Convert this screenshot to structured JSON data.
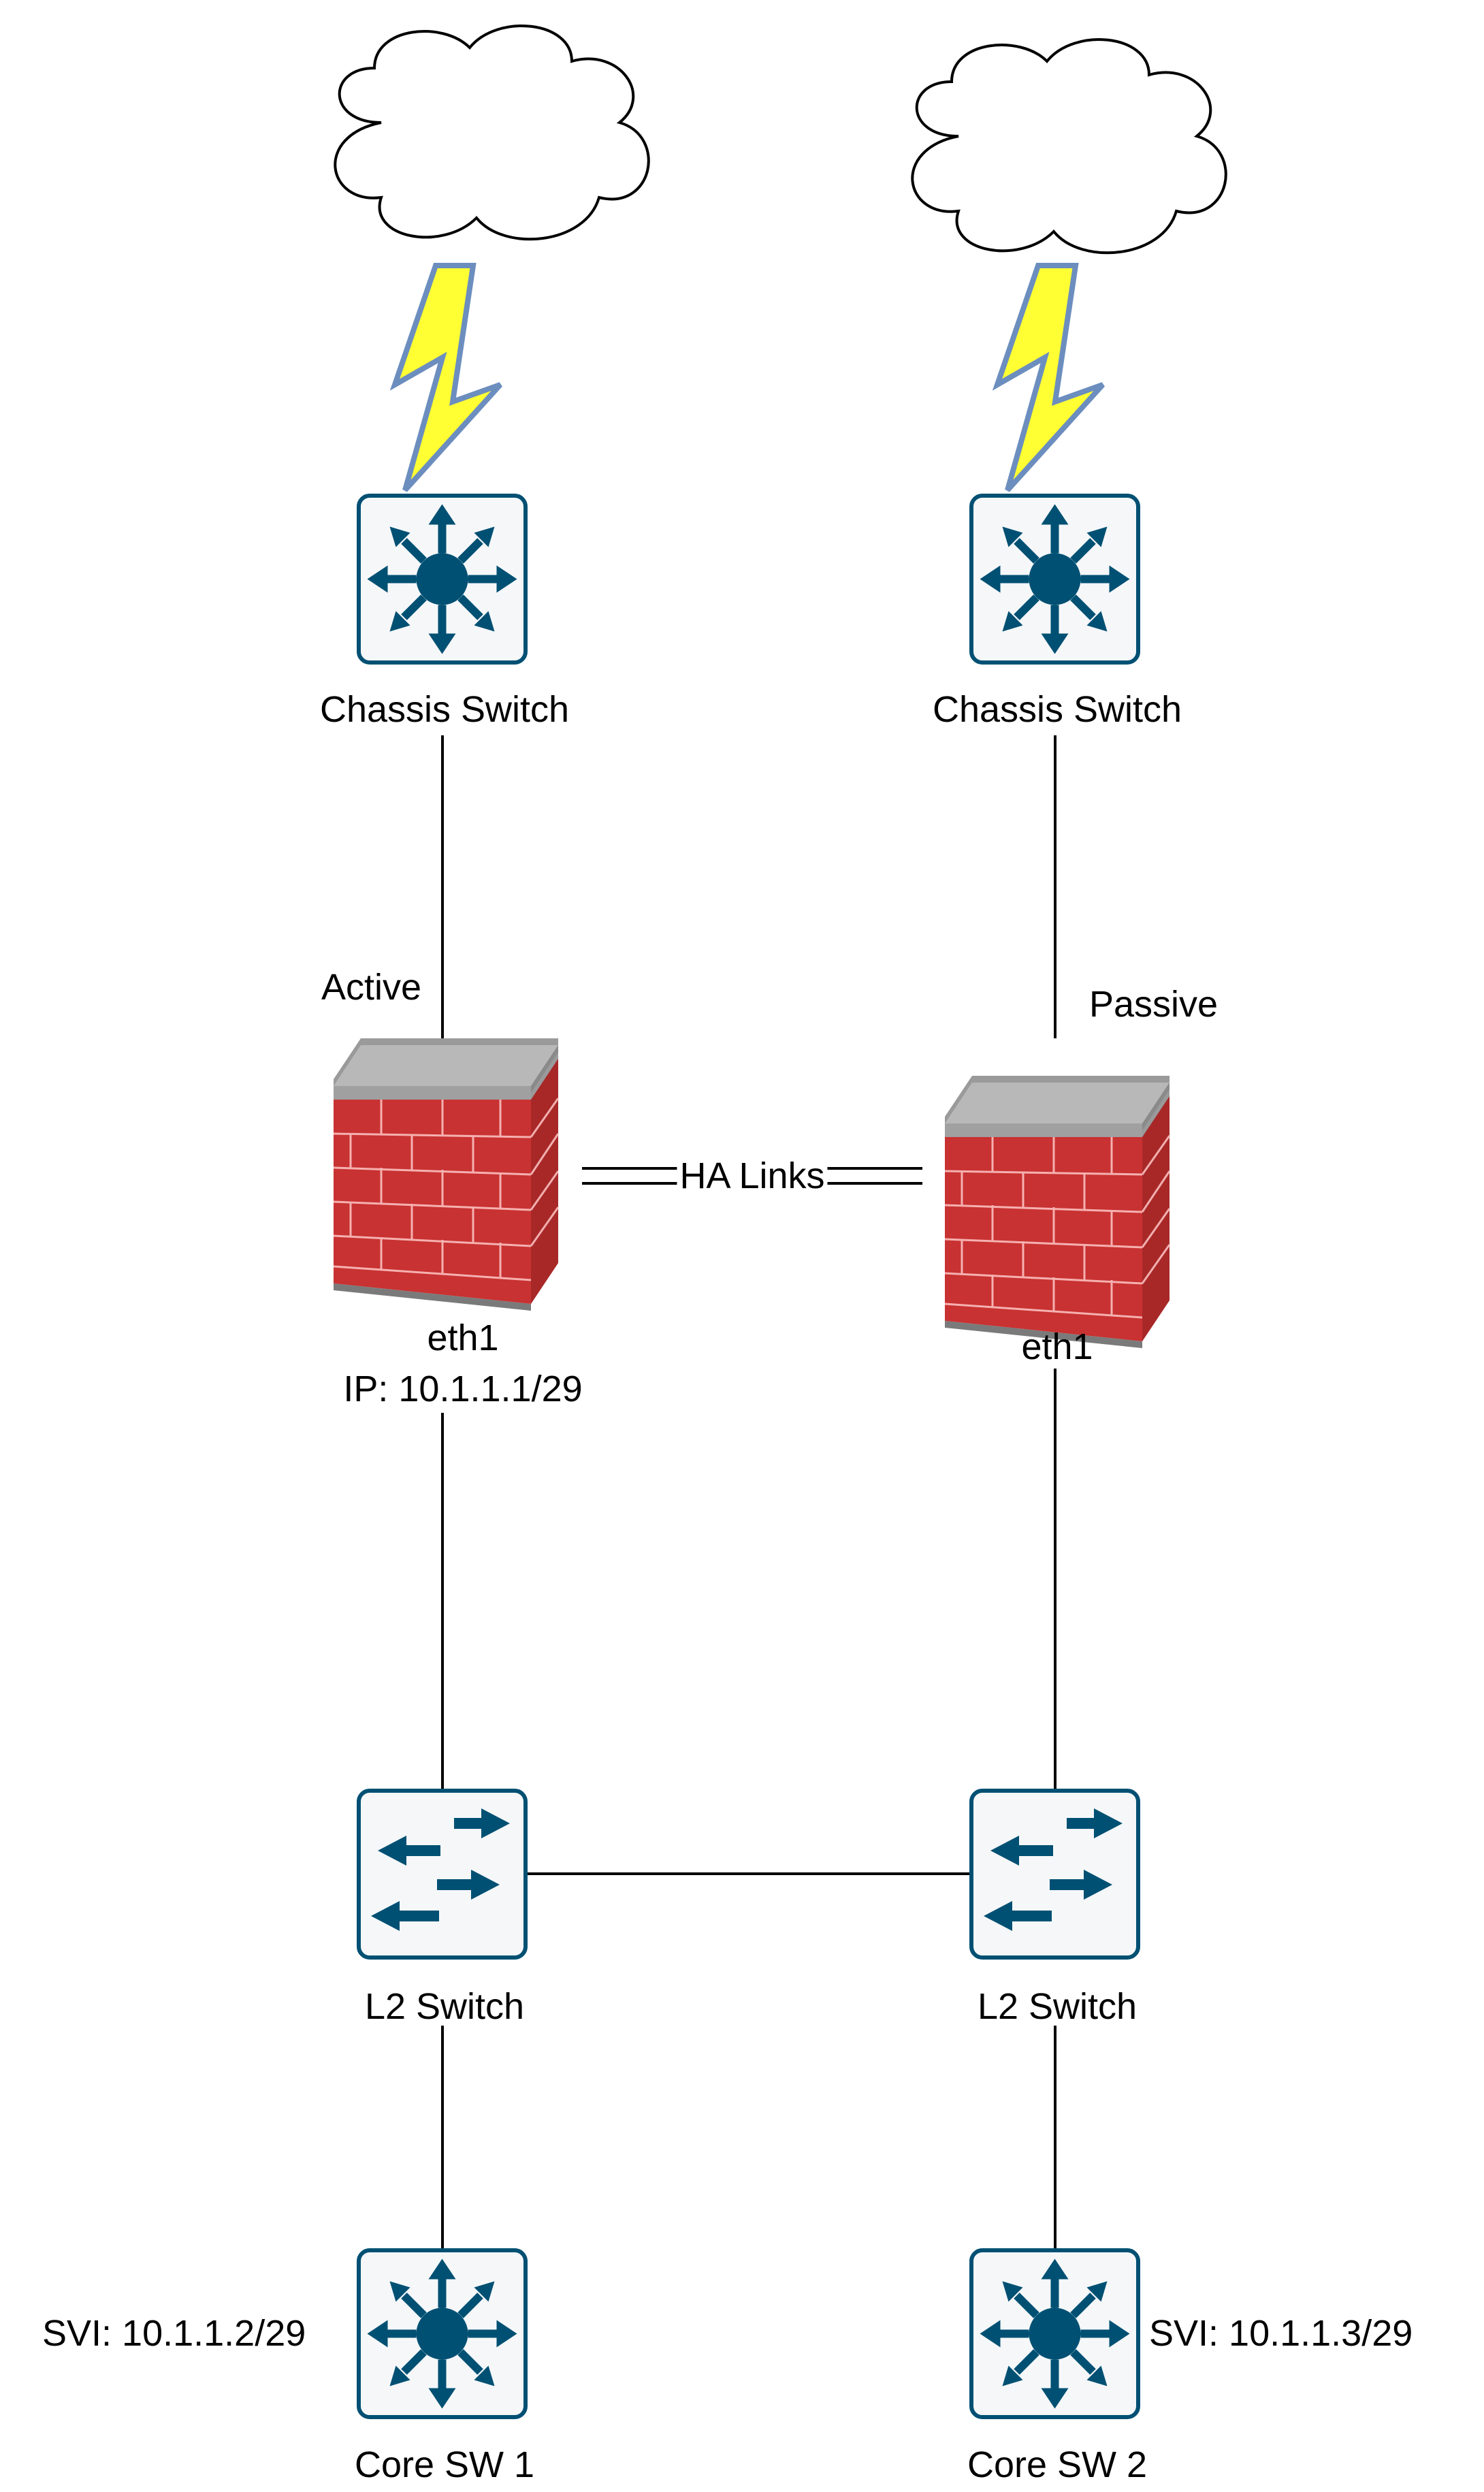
{
  "nodes": {
    "chassis_left": {
      "label": "Chassis Switch"
    },
    "chassis_right": {
      "label": "Chassis Switch"
    },
    "fw_left": {
      "state": "Active",
      "iface": "eth1",
      "ip": "IP: 10.1.1.1/29"
    },
    "fw_right": {
      "state": "Passive",
      "iface": "eth1"
    },
    "l2_left": {
      "label": "L2 Switch"
    },
    "l2_right": {
      "label": "L2 Switch"
    },
    "core_left": {
      "label": "Core SW 1",
      "svi": "SVI: 10.1.1.2/29"
    },
    "core_right": {
      "label": "Core SW 2",
      "svi": "SVI: 10.1.1.3/29"
    }
  },
  "links": {
    "ha_label": "HA Links"
  },
  "icons": {
    "cloud": "cloud-icon",
    "lightning": "lightning-bolt-icon",
    "multilayer_switch": "multilayer-switch-icon",
    "firewall": "firewall-icon",
    "l2_switch": "l2-switch-icon"
  },
  "colors": {
    "icon_blue": "#005073",
    "icon_bg": "#f5f7f9",
    "lightning_fill": "#ffff33",
    "lightning_stroke": "#6c8ebf",
    "brick": "#c83232",
    "wall_cap": "#a8a8a8"
  }
}
